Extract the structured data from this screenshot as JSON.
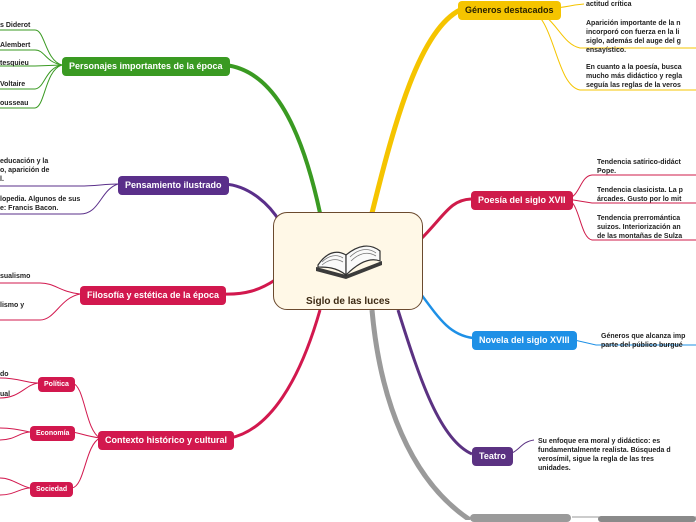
{
  "center": {
    "title": "Siglo de las luces",
    "icon": "open-book-icon"
  },
  "colors": {
    "yellow": "#f5c400",
    "red": "#cf1b4a",
    "blue": "#1e90e6",
    "purple": "#5b3282",
    "green": "#3a9a22",
    "violet": "#5a2f8a",
    "pink": "#d2184e",
    "gray": "#9a9a9a"
  },
  "left": {
    "personajes": {
      "label": "Personajes importantes de la época",
      "items": [
        "s Diderot",
        "Alembert",
        "tesquieu",
        "Voltaire",
        "ousseau"
      ]
    },
    "pensamiento": {
      "label": "Pensamiento ilustrado",
      "items": [
        [
          "educación y la",
          "o, aparición de",
          "l."
        ],
        [
          "lopedia. Algunos de sus",
          "e: Francis Bacon."
        ]
      ]
    },
    "filosofia": {
      "label": "Filosofía y estética de la época",
      "items": [
        "sualismo",
        "lismo y"
      ]
    },
    "contexto": {
      "label": "Contexto histórico y cultural",
      "subs": [
        {
          "label": "Política",
          "items": [
            "do",
            "ual"
          ]
        },
        {
          "label": "Economía",
          "items": []
        },
        {
          "label": "Sociedad",
          "items": []
        }
      ]
    }
  },
  "right": {
    "generos": {
      "label": "Géneros destacados",
      "items": [
        [
          "actitud crítica"
        ],
        [
          "Aparición importante de la n",
          "incorporó con fuerza en la li",
          "siglo, además del auge del g",
          "ensayístico."
        ],
        [
          "En cuanto a la poesía, busca",
          "mucho más didáctico y regla",
          "seguía las reglas de la veros"
        ]
      ]
    },
    "poesia": {
      "label": "Poesía del siglo XVII",
      "items": [
        [
          "Tendencia satírico-didáct",
          "Pope."
        ],
        [
          "Tendencia clasicista. La p",
          "árcades. Gusto por lo mit"
        ],
        [
          "Tendencia prerromántica",
          "suizos. Interiorización an",
          "de las montañas de Sulza"
        ]
      ]
    },
    "novela": {
      "label": "Novela del siglo XVIII",
      "items": [
        [
          "Géneros que alcanza imp",
          "parte del público burgué"
        ]
      ]
    },
    "teatro": {
      "label": "Teatro",
      "items": [
        [
          "Su enfoque era moral y didáctico: es",
          "fundamentalmente realista. Búsqueda d",
          "verosímil, sigue la regla de las tres",
          "unidades."
        ]
      ]
    }
  }
}
